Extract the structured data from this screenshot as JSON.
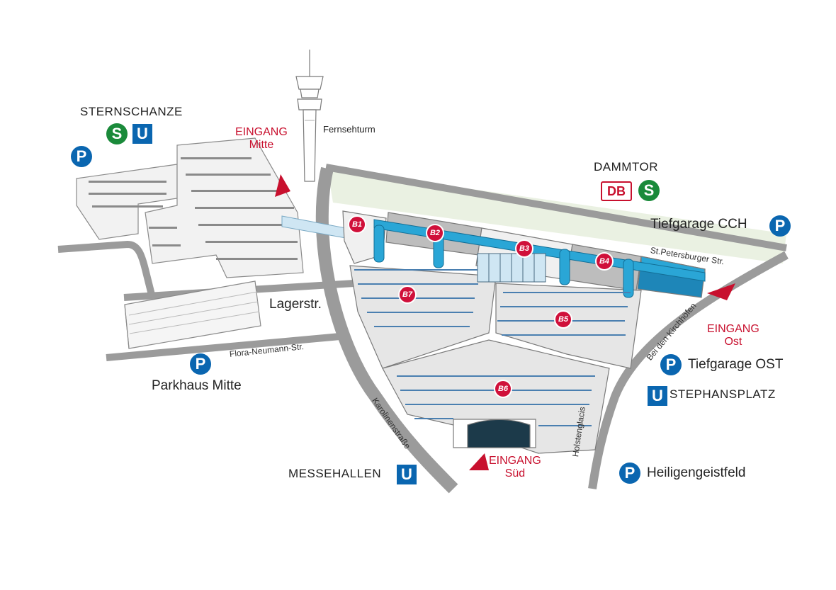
{
  "stations": {
    "sternschanze": "STERNSCHANZE",
    "dammtor": "DAMMTOR",
    "messehallen": "MESSEHALLEN",
    "stephansplatz": "STEPHANSPLATZ"
  },
  "entrances": {
    "mitte": {
      "line1": "EINGANG",
      "line2": "Mitte"
    },
    "ost": {
      "line1": "EINGANG",
      "line2": "Ost"
    },
    "sued": {
      "line1": "EINGANG",
      "line2": "Süd"
    }
  },
  "landmarks": {
    "tower": "Fernsehturm"
  },
  "parking": {
    "cch": "Tiefgarage CCH",
    "ost": "Tiefgarage OST",
    "mitte": "Parkhaus Mitte",
    "heiligengeistfeld": "Heiligengeistfeld"
  },
  "streets": {
    "lagerstr": "Lagerstr.",
    "flora": "Flora-Neumann-Str.",
    "karolinen": "Karolinenstraße",
    "stpetersburger": "St.Petersburger Str.",
    "kirchhoefen": "Bei den Kirchhöfen",
    "holstenglacis": "Holstenglacis"
  },
  "symbols": {
    "p": "P",
    "s": "S",
    "u": "U",
    "db": "DB"
  },
  "halls": [
    "B1",
    "B2",
    "B3",
    "B4",
    "B5",
    "B6",
    "B7"
  ],
  "colors": {
    "parking_blue": "#0a66b0",
    "sbahn_green": "#1a8a3a",
    "entrance_red": "#c8102e",
    "hall_marker": "#d0103a",
    "glass_blue": "#2aa6d6",
    "road_gray": "#9b9b9b",
    "park_green": "#eaf1e2"
  }
}
